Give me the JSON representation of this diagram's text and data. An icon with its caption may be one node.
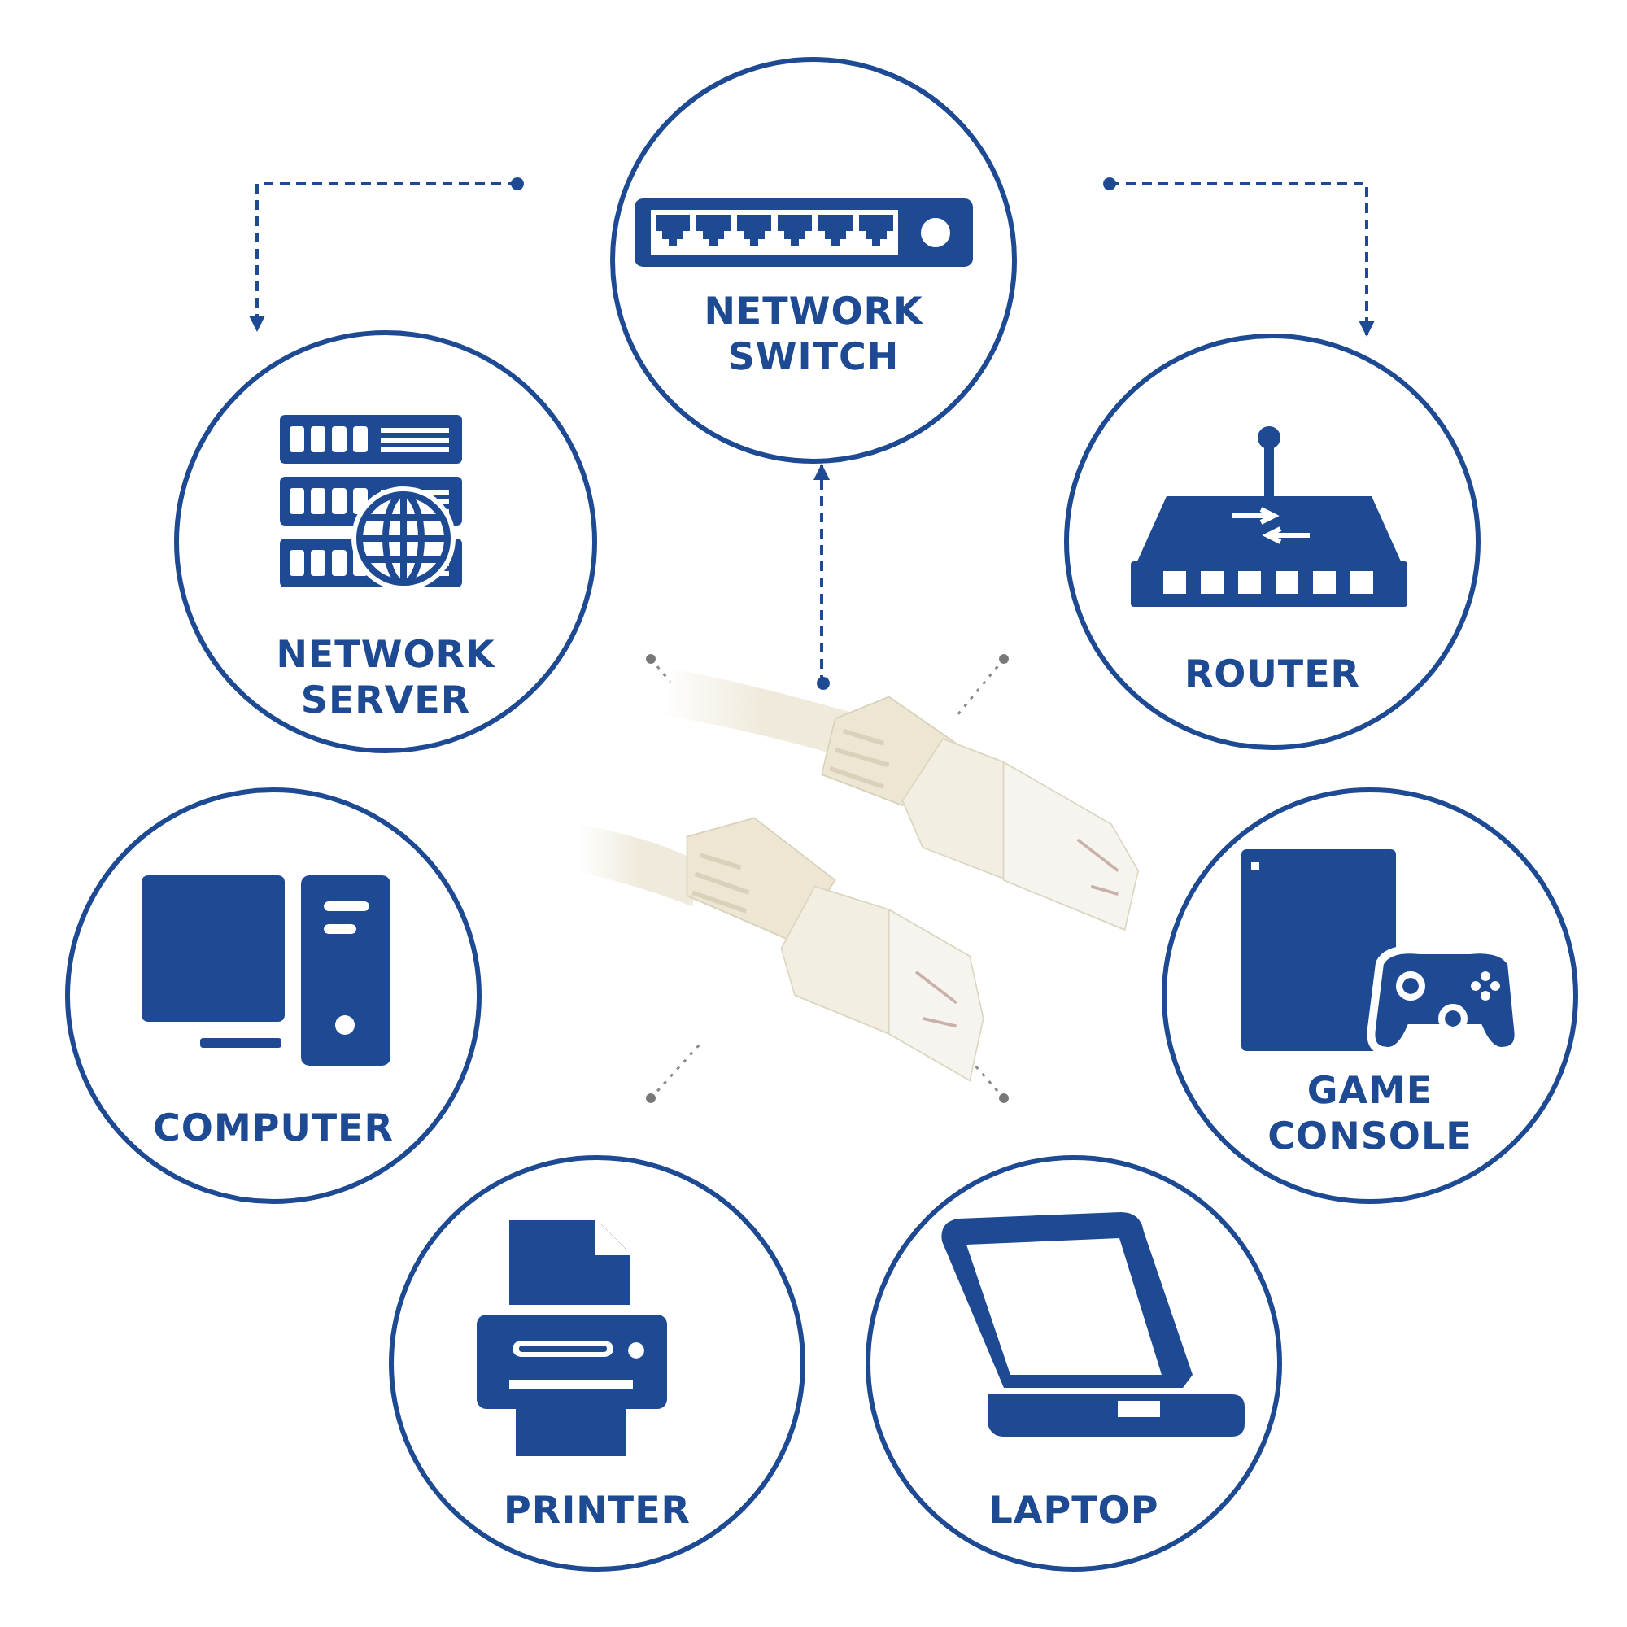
{
  "diagram": {
    "nodes": [
      {
        "text": [
          "NETWORK SWITCH"
        ]
      },
      {
        "text": [
          "NETWORK SERVER"
        ]
      },
      {
        "text": [
          "ROUTER"
        ]
      },
      {
        "text": [],
        "shape": "picture"
      },
      {
        "text": [
          "COMPUTER"
        ]
      },
      {
        "text": [
          "GAME CONSOLE"
        ]
      },
      {
        "text": [
          "PRINTER"
        ]
      },
      {
        "text": [
          "LAPTOP"
        ]
      }
    ],
    "edges": [
      {
        "from": 0,
        "to": 1,
        "arrow": "to",
        "style": "dashed"
      },
      {
        "from": 0,
        "to": 2,
        "arrow": "to",
        "style": "dashed"
      },
      {
        "from": 3,
        "to": 0,
        "arrow": "to",
        "style": "dashed"
      }
    ]
  }
}
